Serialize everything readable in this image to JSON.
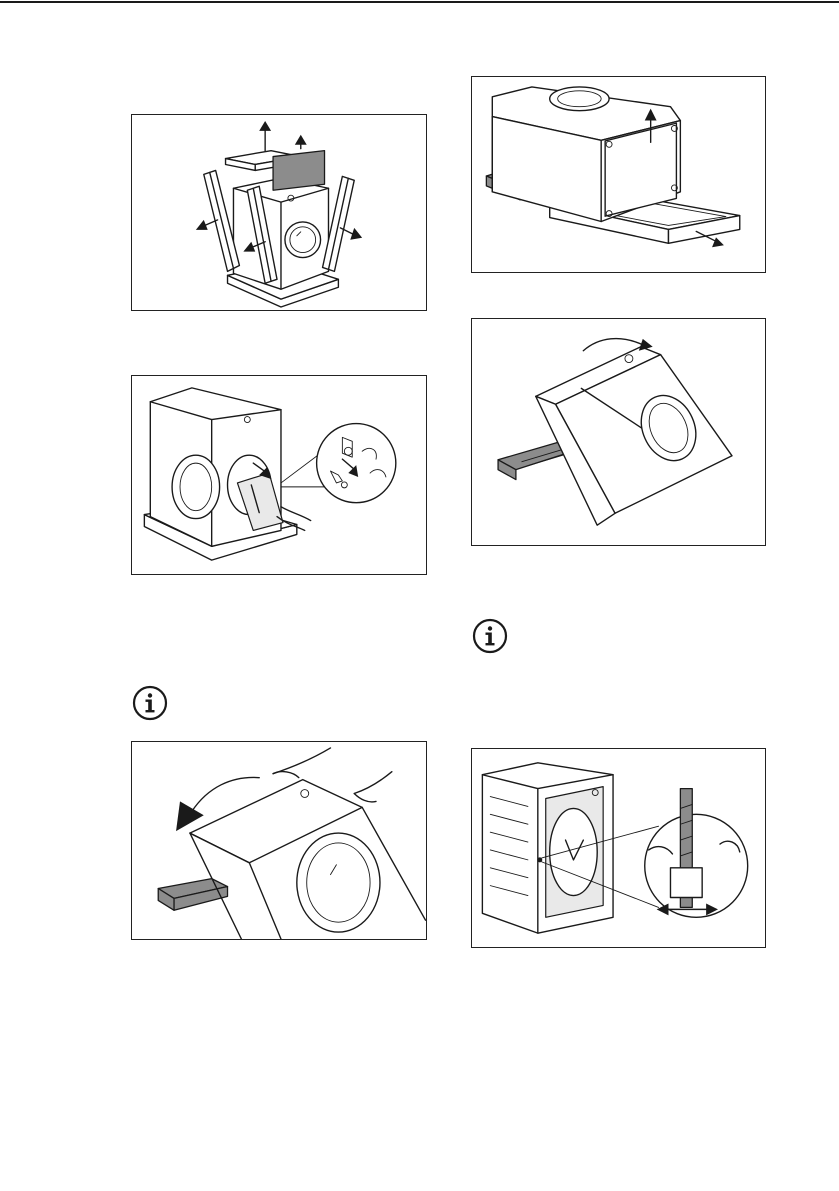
{
  "page": {
    "illustrations": [
      {
        "id": "remove-packaging",
        "icon": "unpack-arrows-icon"
      },
      {
        "id": "remove-base-frame",
        "icon": "lift-arrow-icon"
      },
      {
        "id": "remove-accessory-bag",
        "icon": "accessory-bag-icon"
      },
      {
        "id": "tilt-backward-remove-block",
        "icon": "tilt-arrow-icon"
      },
      {
        "id": "tilt-side-remove-block",
        "icon": "tilt-arrow-icon"
      },
      {
        "id": "remove-transit-bolts",
        "icon": "transit-bolt-icon"
      }
    ],
    "notes": [
      {
        "id": "info-note-left",
        "icon": "info-icon",
        "glyph": "i"
      },
      {
        "id": "info-note-right",
        "icon": "info-icon",
        "glyph": "i"
      }
    ]
  },
  "colors": {
    "line": "#1a1a1a",
    "frame_border": "#222222",
    "fill_gray": "#8c8c8c",
    "fill_light": "#e9e9e9",
    "background": "#ffffff"
  }
}
